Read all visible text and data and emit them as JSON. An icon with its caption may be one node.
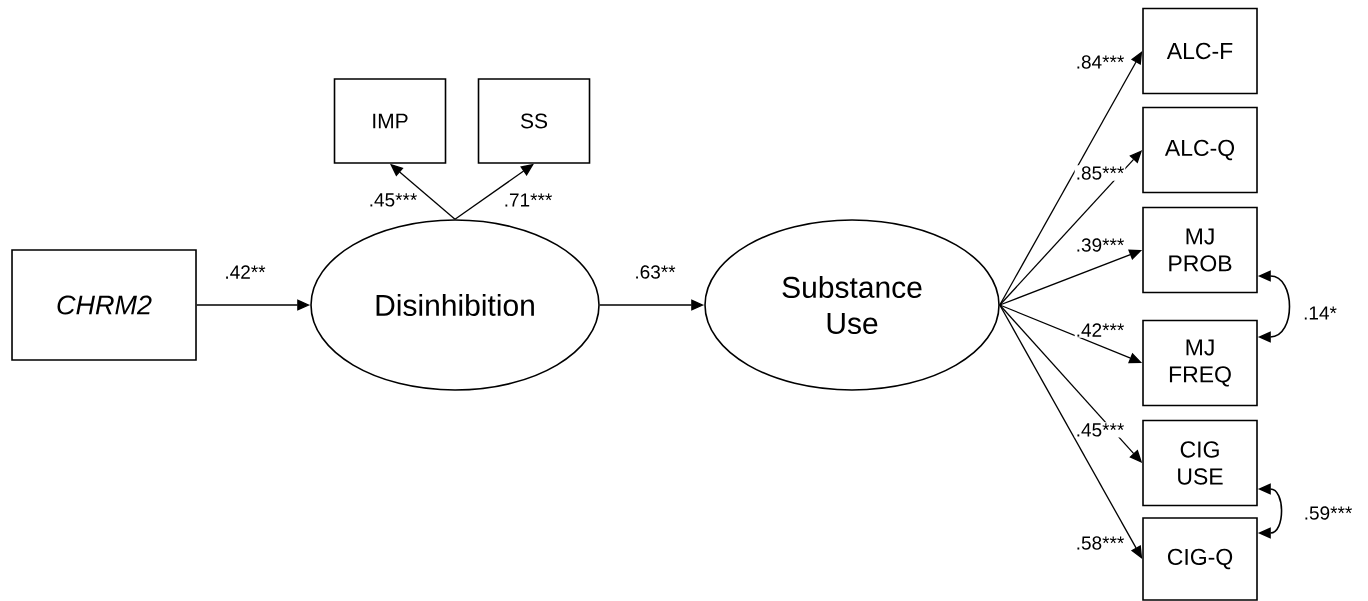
{
  "diagram": {
    "nodes": [
      {
        "text": [
          "CHRM2"
        ]
      },
      {
        "text": [
          "IMP"
        ]
      },
      {
        "text": [
          "SS"
        ]
      },
      {
        "text": [
          "Disinhibition"
        ]
      },
      {
        "text": [
          "Substance Use"
        ]
      },
      {
        "text": [
          "ALC-F"
        ]
      },
      {
        "text": [
          "ALC-Q"
        ]
      },
      {
        "text": [
          "MJ PROB"
        ]
      },
      {
        "text": [
          "MJ FREQ"
        ]
      },
      {
        "text": [
          "CIG USE"
        ]
      },
      {
        "text": [
          "CIG-Q"
        ]
      }
    ],
    "edges": [
      {
        "from": 0,
        "to": 3,
        "arrow": "to",
        "label": ".42**"
      },
      {
        "from": 3,
        "to": 1,
        "arrow": "to",
        "label": ".45***"
      },
      {
        "from": 3,
        "to": 2,
        "arrow": "to",
        "label": ".71***"
      },
      {
        "from": 3,
        "to": 4,
        "arrow": "to",
        "label": ".63**"
      },
      {
        "from": 4,
        "to": 5,
        "arrow": "to",
        "label": ".84***"
      },
      {
        "from": 4,
        "to": 6,
        "arrow": "to",
        "label": ".85***"
      },
      {
        "from": 4,
        "to": 7,
        "arrow": "to",
        "label": ".39***"
      },
      {
        "from": 4,
        "to": 8,
        "arrow": "to",
        "label": ".42***"
      },
      {
        "from": 4,
        "to": 9,
        "arrow": "to",
        "label": ".45***"
      },
      {
        "from": 4,
        "to": 10,
        "arrow": "to",
        "label": ".58***"
      },
      {
        "from": 7,
        "to": 8,
        "arrow": "both",
        "label": ".14*"
      },
      {
        "from": 9,
        "to": 10,
        "arrow": "both",
        "label": ".59***"
      }
    ]
  }
}
